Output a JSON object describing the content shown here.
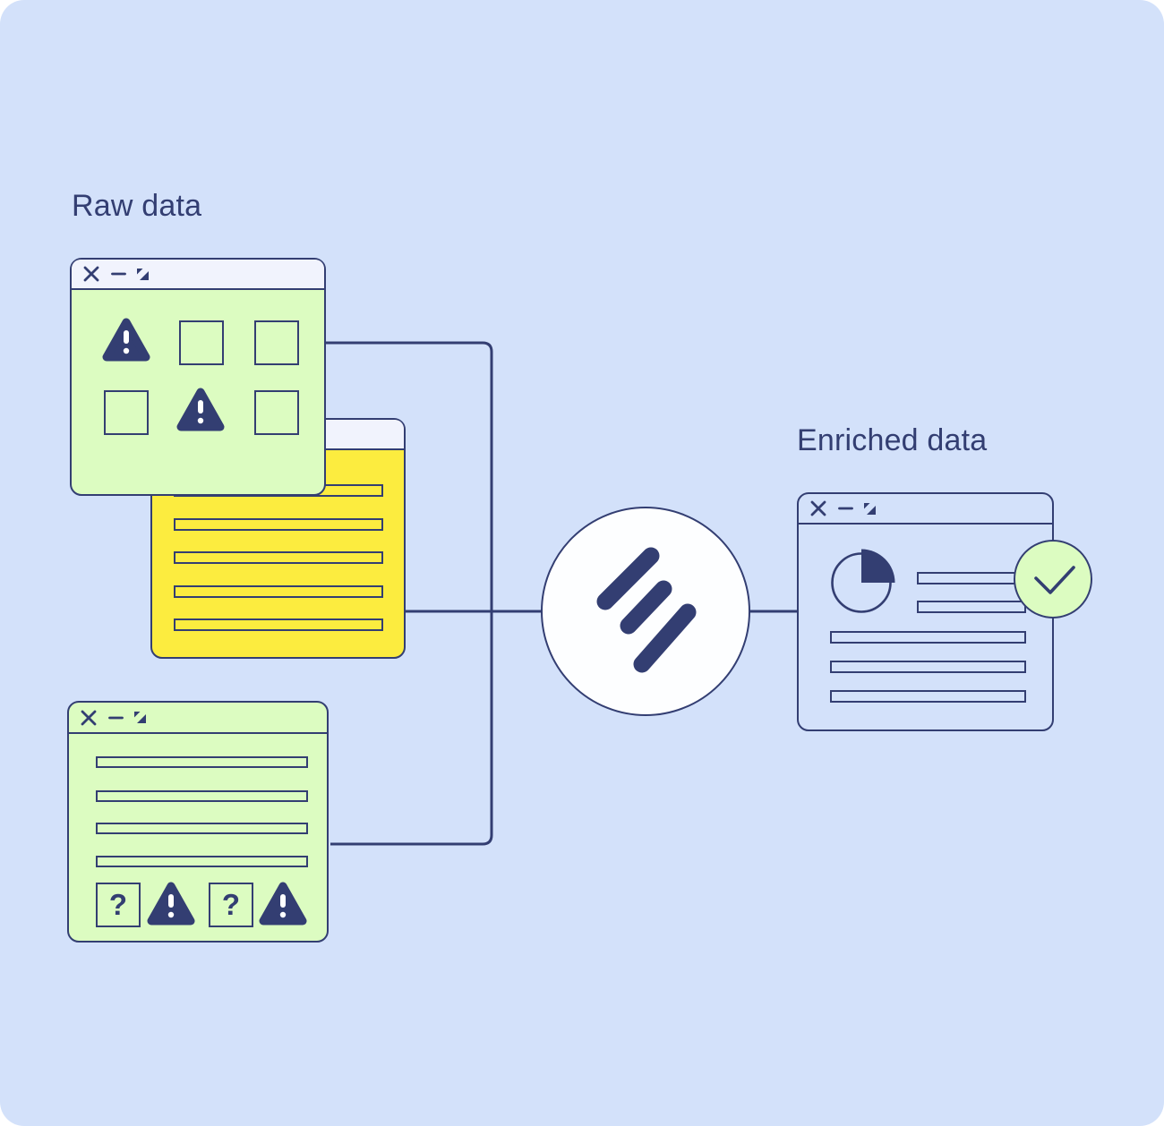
{
  "illustration": {
    "left_label": "Raw data",
    "right_label": "Enriched data"
  },
  "colors": {
    "background": "#d3e1fa",
    "navy": "#333e72",
    "green": "#dcfcc1",
    "yellow": "#fcec3f",
    "titlebar": "#f1f3fd",
    "white": "#fdfeff"
  },
  "windows": {
    "errors": {
      "grid": [
        "warning",
        "blank",
        "blank",
        "blank",
        "warning",
        "blank"
      ]
    },
    "log": {
      "placeholder_lines": 5
    },
    "table": {
      "placeholder_lines": 4,
      "footer_icons": [
        "question",
        "warning",
        "question",
        "warning"
      ],
      "question_glyph": "?"
    },
    "enriched": {
      "short_lines": 2,
      "long_lines": 3,
      "content_icons": [
        "pie-chart",
        "check-mark"
      ]
    }
  },
  "window_controls": [
    "close",
    "minimize",
    "resize"
  ]
}
